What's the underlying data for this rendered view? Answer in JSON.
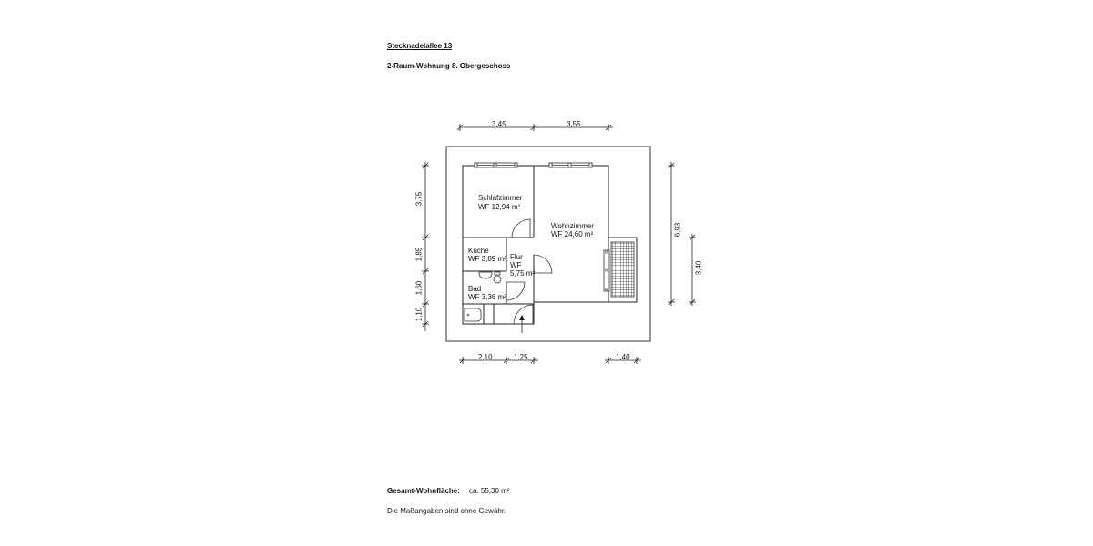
{
  "header": {
    "address": "Stecknadelallee 13",
    "subtitle": "2-Raum-Wohnung 8. Obergeschoss"
  },
  "rooms": [
    {
      "name": "Schlafzimmer",
      "area": "WF 12,94 m²"
    },
    {
      "name": "Wohnzimmer",
      "area": "WF 24,60 m²"
    },
    {
      "name": "Küche",
      "area": "WF 3,89 m²"
    },
    {
      "name": "Flur",
      "area_line1": "WF",
      "area_line2": "5,75 m²"
    },
    {
      "name": "Bad",
      "area": "WF 3,36 m²"
    }
  ],
  "dimensions": {
    "top": [
      "3,45",
      "3,55"
    ],
    "left": [
      "3,75",
      "1,85",
      "1,60",
      "1,10"
    ],
    "right": [
      "6,93",
      "3,40"
    ],
    "bottom": [
      "2,10",
      "1,25",
      "1,40"
    ]
  },
  "footer": {
    "total_label": "Gesamt-Wohnfläche:",
    "total_value": "ca. 55,30 m²",
    "disclaimer": "Die Maßangaben sind ohne Gewähr."
  }
}
